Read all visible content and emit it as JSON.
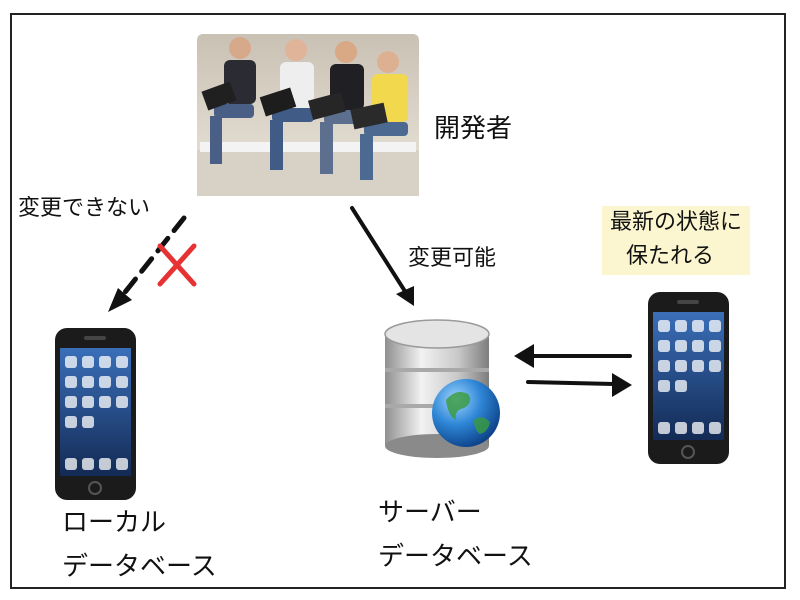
{
  "developers": {
    "label": "開発者"
  },
  "local": {
    "label_line1": "ローカル",
    "label_line2": "データベース"
  },
  "server": {
    "label_line1": "サーバー",
    "label_line2": "データベース"
  },
  "arrows": {
    "cannot_change": "変更できない",
    "can_change": "変更可能"
  },
  "remote": {
    "note_line1": "最新の状態に",
    "note_line2": "保たれる"
  },
  "colors": {
    "highlight": "#fbf6cf",
    "cross": "#e63232",
    "globe": "#1e73c8",
    "arrow": "#111111"
  }
}
